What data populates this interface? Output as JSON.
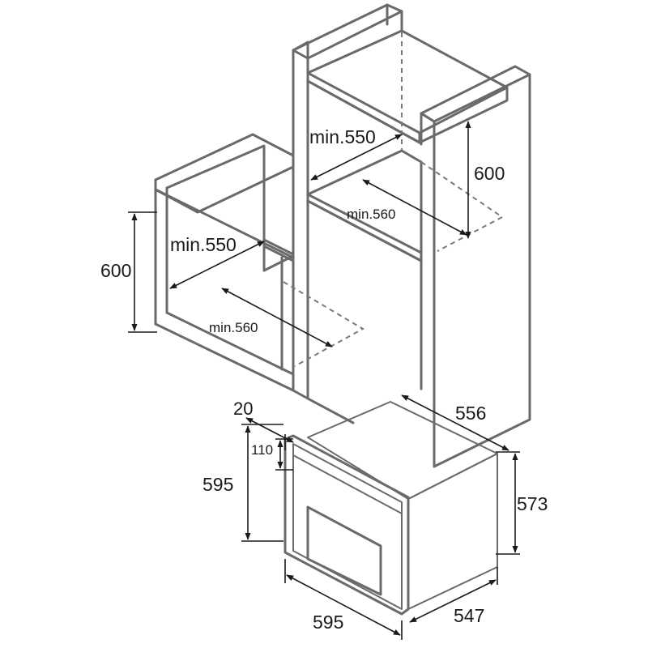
{
  "dimensions": {
    "upper_right_depth": "min.550",
    "upper_right_height": "600",
    "upper_right_width": "min.560",
    "upper_left_depth": "min.550",
    "upper_left_height": "600",
    "upper_left_width": "min.560",
    "appliance_top_gap": "20",
    "appliance_panel_height": "110",
    "appliance_front_height": "595",
    "appliance_body_depth": "556",
    "appliance_body_height": "573",
    "appliance_front_width": "595",
    "appliance_body_width": "547"
  },
  "colors": {
    "outline": "#6a6a6a",
    "dimension": "#1a1a1a"
  }
}
